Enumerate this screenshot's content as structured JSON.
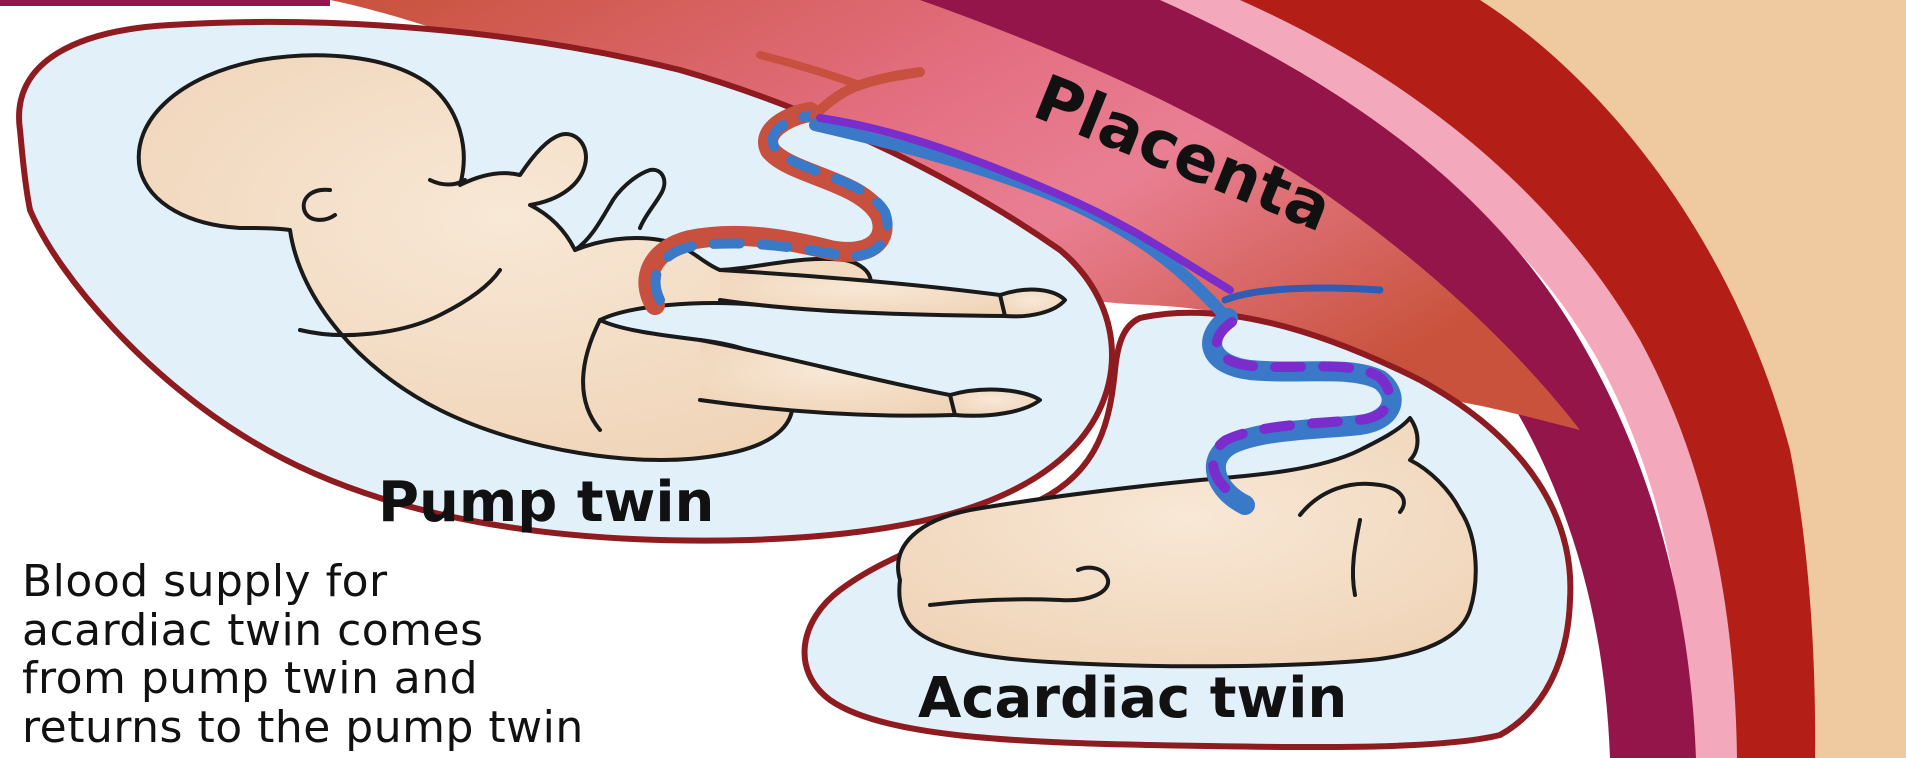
{
  "labels": {
    "placenta": "Placenta",
    "pump_twin": "Pump twin",
    "acardiac_twin": "Acardiac twin"
  },
  "caption": {
    "lines": [
      "Blood supply for",
      "acardiac twin comes",
      "from pump twin and",
      "returns to the pump twin"
    ]
  },
  "colors": {
    "placenta_light": "#e97f93",
    "placenta_dark": "#c8523b",
    "uterus_maroon": "#93154a",
    "uterus_pink": "#f3a9bb",
    "uterus_red": "#b31f16",
    "uterus_outer": "#efc9a0",
    "sac_fill": "#e2f0fa",
    "sac_border": "#8d1b1f",
    "skin": "#f3dcc4",
    "artery": "#c7503e",
    "vein": "#3a78c8",
    "mixed": "#7b2ccc"
  }
}
